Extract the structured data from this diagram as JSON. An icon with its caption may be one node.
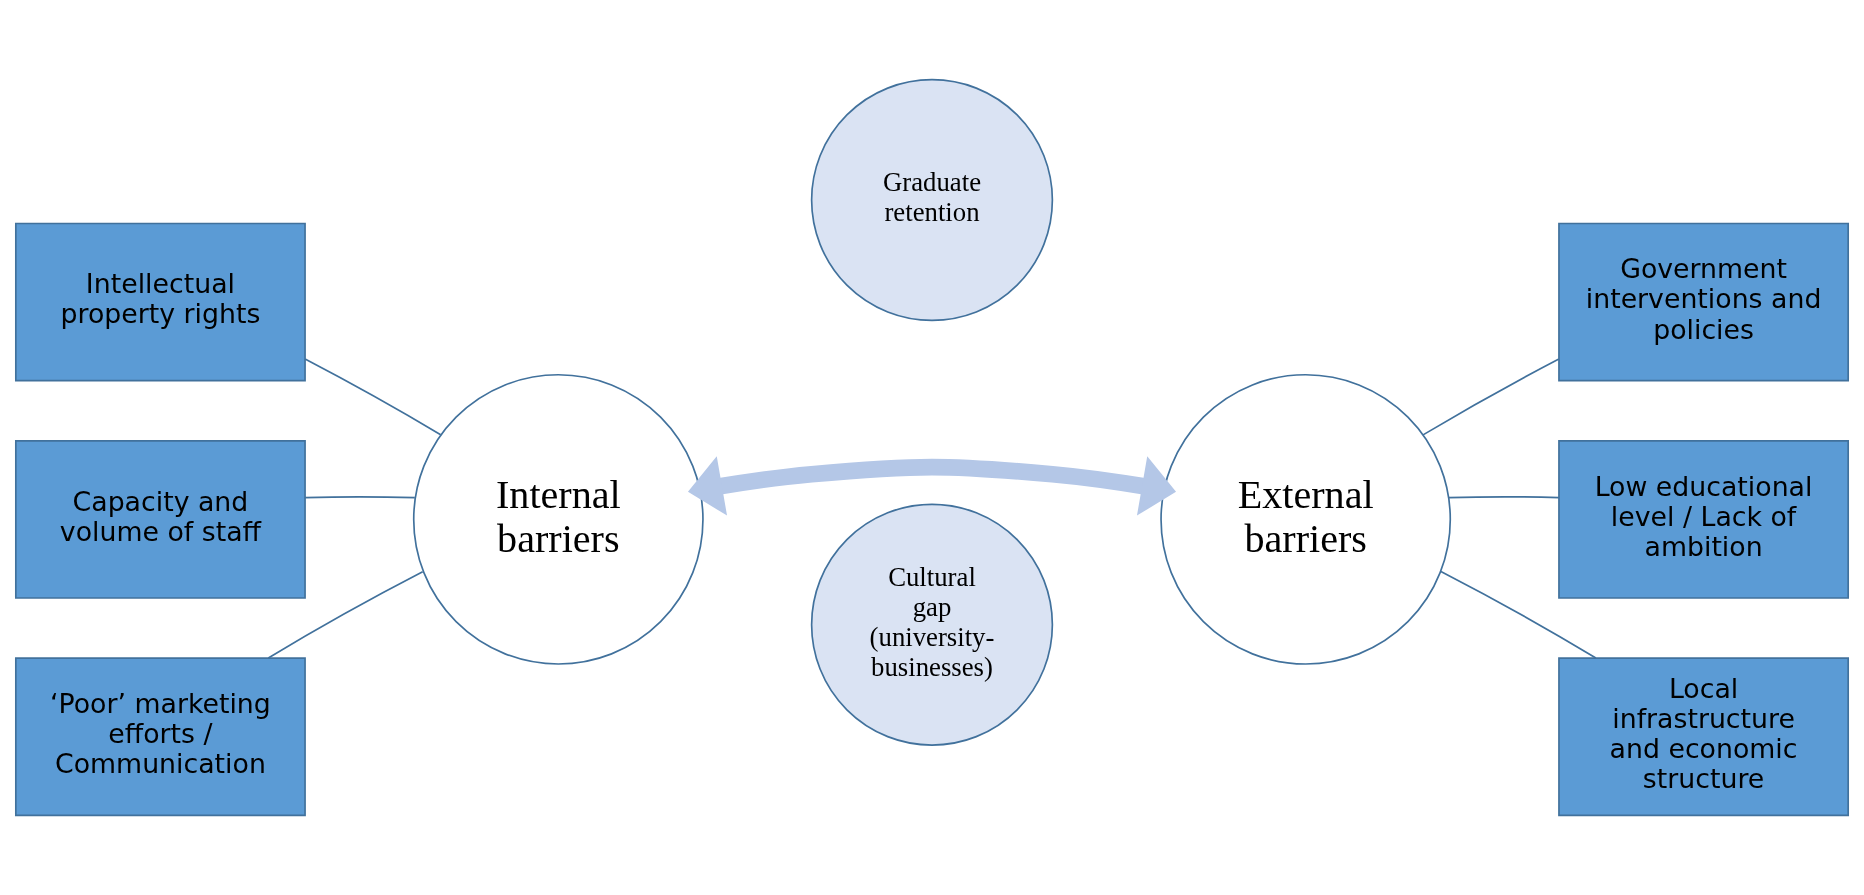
{
  "diagram": {
    "nodes": [
      {
        "text": [
          "Intellectual property rights"
        ]
      },
      {
        "text": [
          "Government interventions and policies"
        ]
      },
      {
        "text": [
          "Graduate retention"
        ]
      },
      {
        "text": [
          "Capacity and volume of staff"
        ]
      },
      {
        "text": [
          "Internal barriers"
        ]
      },
      {
        "text": [
          "External barriers"
        ]
      },
      {
        "text": [
          "Low educational level / Lack of ambition"
        ]
      },
      {
        "text": [
          "Cultural gap (university-businesses)"
        ]
      },
      {
        "text": [
          "‘Poor’ marketing efforts / Communication"
        ]
      },
      {
        "text": [
          "Local infrastructure and economic structure"
        ]
      }
    ],
    "edges": [
      {
        "from": 4,
        "to": 0,
        "arrow": "none"
      },
      {
        "from": 4,
        "to": 3,
        "arrow": "none"
      },
      {
        "from": 4,
        "to": 8,
        "arrow": "none"
      },
      {
        "from": 5,
        "to": 1,
        "arrow": "none"
      },
      {
        "from": 5,
        "to": 6,
        "arrow": "none"
      },
      {
        "from": 5,
        "to": 9,
        "arrow": "none"
      },
      {
        "from": 4,
        "to": 5,
        "arrow": "both",
        "style": "thick",
        "color": "#b4c7e7"
      }
    ]
  }
}
